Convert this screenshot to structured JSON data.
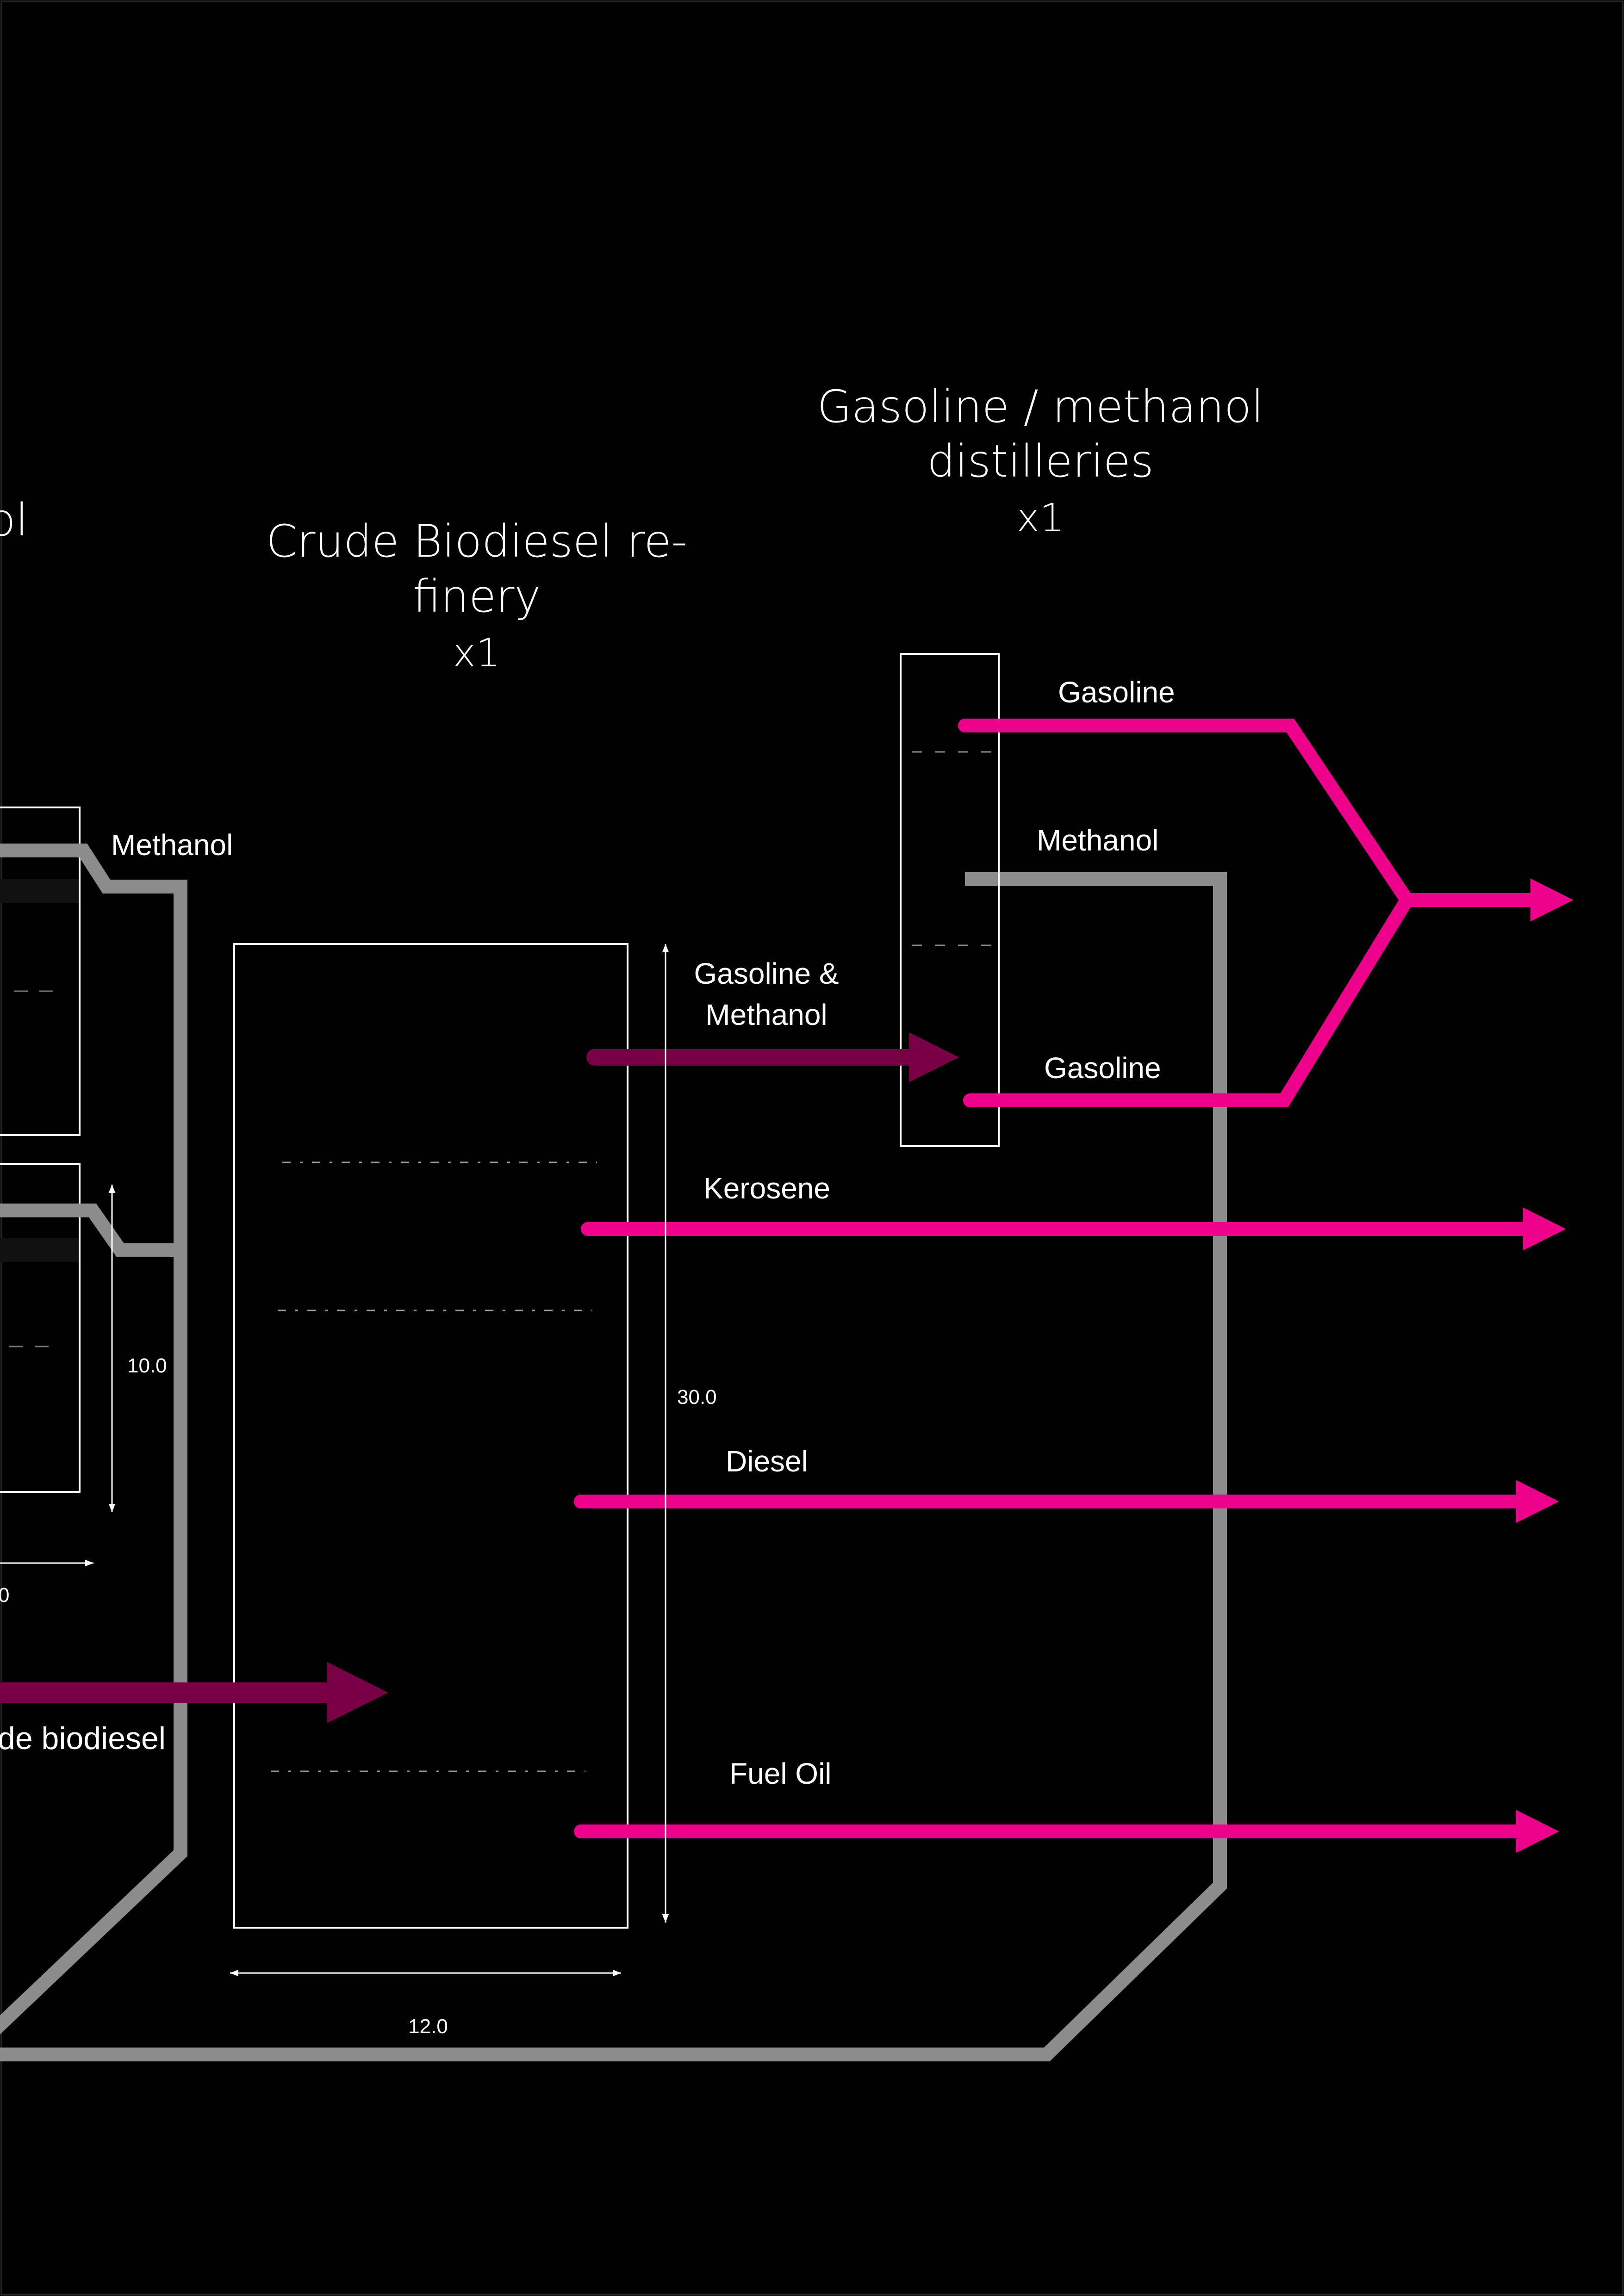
{
  "colors": {
    "background": "#000000",
    "product_pipe": "#ec008c",
    "transfer_pipe": "#7a0046",
    "methanol_pipe": "#8c8c8c",
    "outline": "#ffffff"
  },
  "titles": {
    "left_partial": "ol",
    "refinery_line1": "Crude Biodiesel re-",
    "refinery_line2": "finery",
    "refinery_count": "x1",
    "distillery_line1": "Gasoline / methanol",
    "distillery_line2": "distilleries",
    "distillery_count": "x1"
  },
  "labels": {
    "methanol_left": "Methanol",
    "crude_biodiesel_partial": "de biodiesel",
    "gasoline_methanol_line1": "Gasoline &",
    "gasoline_methanol_line2": "Methanol",
    "kerosene": "Kerosene",
    "diesel": "Diesel",
    "fuel_oil": "Fuel Oil",
    "gasoline_top": "Gasoline",
    "methanol_right": "Methanol",
    "gasoline_bottom": "Gasoline"
  },
  "dimensions": {
    "left_height": "10.0",
    "left_width_partial": "0",
    "refinery_height": "30.0",
    "refinery_width": "12.0"
  }
}
